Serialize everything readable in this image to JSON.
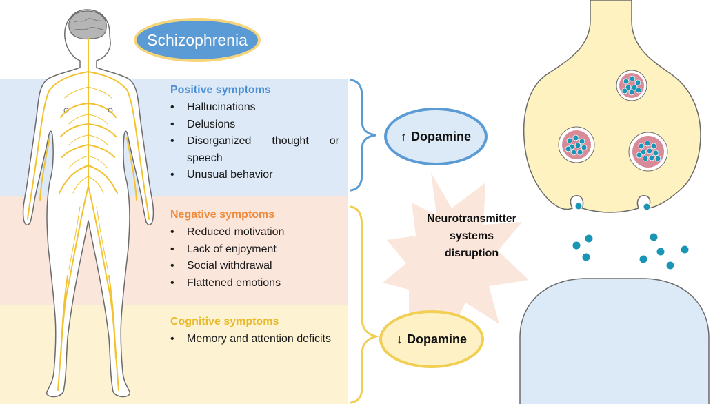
{
  "title": "Schizophrenia",
  "positive": {
    "heading": "Positive symptoms",
    "items": [
      "Hallucinations",
      "Delusions",
      "Disorganized thought or speech",
      "Unusual behavior"
    ]
  },
  "negative": {
    "heading": "Negative symptoms",
    "items": [
      "Reduced motivation",
      "Lack of enjoyment",
      "Social withdrawal",
      "Flattened emotions"
    ]
  },
  "cognitive": {
    "heading": "Cognitive symptoms",
    "items": [
      "Memory and attention deficits"
    ]
  },
  "dopamine_up": {
    "arrow": "↑",
    "label": "Dopamine"
  },
  "dopamine_down": {
    "arrow": "↓",
    "label": "Dopamine"
  },
  "disruption": {
    "lines": [
      "Neurotransmitter",
      "systems",
      "disruption"
    ]
  },
  "colors": {
    "positive": "#4a8fd6",
    "negative": "#ee8a3c",
    "cognitive": "#e9b92c",
    "title_fill": "#5b9bd5",
    "title_border": "#f6d57a",
    "nerves": "#f2c230",
    "neurotransmitter": "#1b95b5"
  }
}
